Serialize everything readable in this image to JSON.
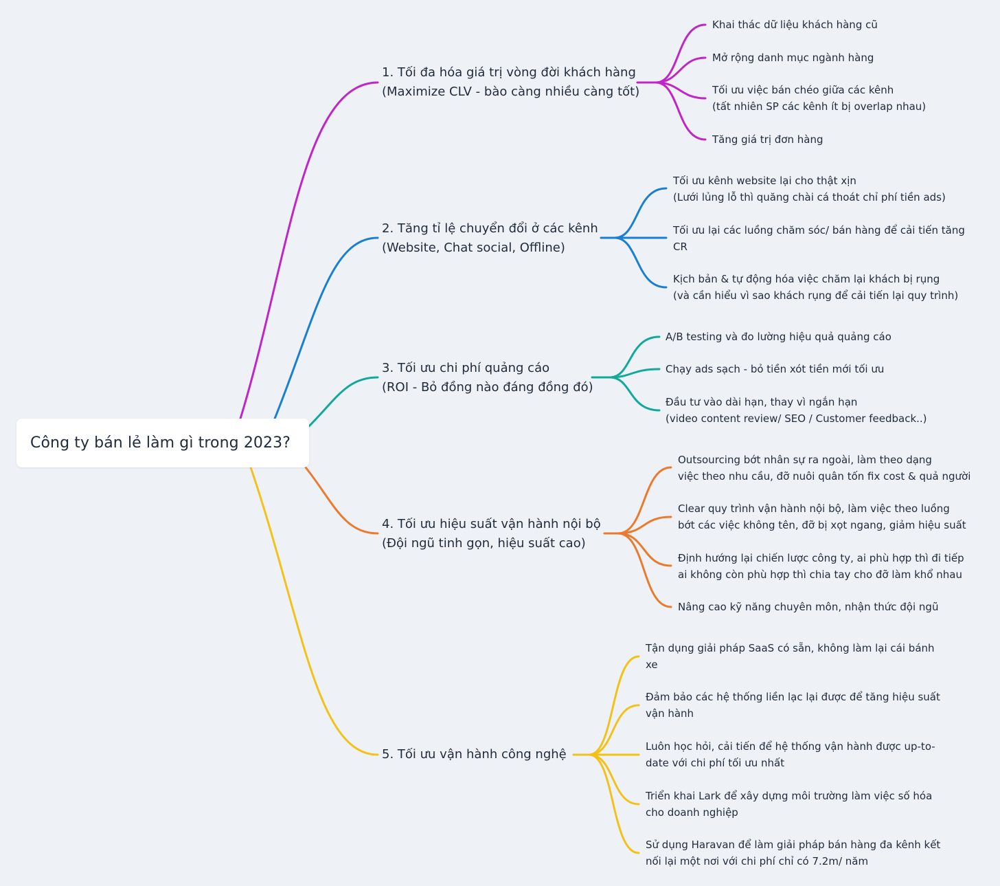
{
  "root": {
    "title": "Công ty bán lẻ làm gì trong 2023?"
  },
  "colors": {
    "b1": "#c026c6",
    "b2": "#1a7fd0",
    "b3": "#12a89a",
    "b4": "#ea7b2e",
    "b5": "#f2c21b"
  },
  "branches": [
    {
      "line1": "1. Tối đa hóa giá trị vòng đời khách hàng",
      "line2": "(Maximize CLV - bào càng nhiều càng tốt)",
      "children": [
        {
          "line1": "Khai thác dữ liệu khách hàng cũ"
        },
        {
          "line1": "Mở rộng danh mục ngành hàng"
        },
        {
          "line1": "Tối ưu việc bán chéo giữa các kênh",
          "line2": "(tất nhiên SP các kênh ít bị overlap nhau)"
        },
        {
          "line1": "Tăng giá trị đơn hàng"
        }
      ]
    },
    {
      "line1": "2. Tăng tỉ lệ chuyển đổi ở các kênh",
      "line2": "(Website, Chat social, Offline)",
      "children": [
        {
          "line1": "Tối ưu kênh website lại cho thật xịn",
          "line2": "(Lưới lủng lỗ thì quăng chài cá thoát chỉ phí tiền ads)"
        },
        {
          "line1": "Tối ưu lại các luồng chăm sóc/ bán hàng để cải tiến tăng",
          "line2": "CR"
        },
        {
          "line1": "Kịch bản & tự động hóa việc chăm lại khách bị rụng",
          "line2": "(và cần hiểu vì sao khách rụng để cải tiến lại quy trình)"
        }
      ]
    },
    {
      "line1": "3. Tối ưu chi phí quảng cáo",
      "line2": "(ROI - Bỏ đồng nào đáng đồng đó)",
      "children": [
        {
          "line1": "A/B testing và đo lường hiệu quả quảng cáo"
        },
        {
          "line1": "Chạy ads sạch - bỏ tiền xót tiền mới tối ưu"
        },
        {
          "line1": "Đầu tư vào dài hạn, thay vì ngắn hạn",
          "line2": "(video content review/ SEO / Customer feedback..)"
        }
      ]
    },
    {
      "line1": "4. Tối ưu hiệu suất vận hành nội bộ",
      "line2": "(Đội ngũ tinh gọn, hiệu suất cao)",
      "children": [
        {
          "line1": "Outsourcing bớt nhân sự ra ngoài, làm theo dạng",
          "line2": "việc theo nhu cầu, đỡ nuôi quân tốn fix cost & quả người"
        },
        {
          "line1": "Clear quy trình vận hành nội bộ, làm việc theo luồng",
          "line2": "bớt các việc không tên, đỡ bị xọt ngang, giảm hiệu suất"
        },
        {
          "line1": "Định hướng lại chiến lược công ty, ai phù hợp thì đi tiếp",
          "line2": "ai không còn phù hợp thì chia tay cho đỡ làm khổ nhau"
        },
        {
          "line1": "Nâng cao kỹ năng chuyên môn, nhận thức đội ngũ"
        }
      ]
    },
    {
      "line1": "5. Tối ưu vận hành công nghệ",
      "children": [
        {
          "line1": "Tận dụng giải pháp SaaS có sẵn, không làm lại cái bánh",
          "line2": "xe"
        },
        {
          "line1": "Đảm bảo các hệ thống liền lạc lại được để tăng hiệu suất",
          "line2": "vận hành"
        },
        {
          "line1": "Luôn học hỏi, cải tiến để hệ thống vận hành được up-to-",
          "line2": "date với chi phí tối ưu nhất"
        },
        {
          "line1": "Triển khai Lark để xây dựng môi trường làm việc số hóa",
          "line2": "cho doanh nghiệp"
        },
        {
          "line1": "Sử dụng Haravan để làm giải pháp bán hàng đa kênh kết",
          "line2": "nối lại một nơi với chi phí chỉ có 7.2m/ năm"
        }
      ]
    }
  ]
}
